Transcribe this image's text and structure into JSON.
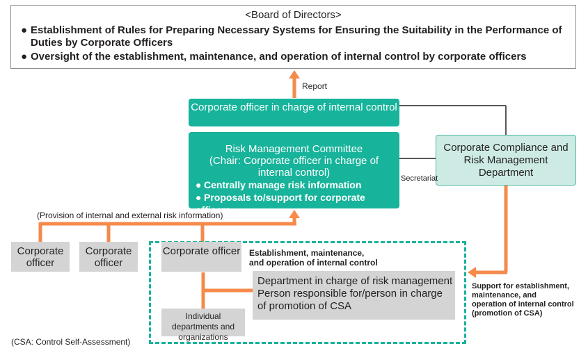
{
  "board": {
    "title": "<Board of Directors>",
    "bullet_glyph": "●",
    "items": [
      "Establishment of Rules for Preparing Necessary Systems for Ensuring the Suitability in the Performance of Duties by Corporate Officers",
      "Oversight of the establishment, maintenance, and operation of internal control by corporate officers"
    ]
  },
  "report_label": "Report",
  "officer_internal_control": "Corporate officer in charge of internal control",
  "committee": {
    "title": "Risk Management Committee",
    "chair": "(Chair: Corporate officer in charge of internal control)",
    "bullet_glyph": "●",
    "items": [
      "Centrally manage risk information",
      "Proposals to/support for corporate officers"
    ]
  },
  "compliance_department": "Corporate Compliance and Risk Management Department",
  "secretariat_label": "Secretariat",
  "provision_label": "(Provision of internal and external risk information)",
  "officers": [
    "Corporate officer",
    "Corporate officer",
    "Corporate officer"
  ],
  "establishment_label_1": "Establishment, maintenance,",
  "establishment_label_2": "and operation of internal control",
  "risk_department": {
    "line1": "Department in charge of risk management",
    "line2": "Person responsible for/person in charge",
    "line3": "of promotion of CSA"
  },
  "individual_departments": "Individual departments and organizations",
  "support_label": [
    "Support for establishment,",
    "maintenance, and",
    "operation of internal control",
    "(promotion of CSA)"
  ],
  "footnote": "(CSA: Control Self-Assessment)",
  "colors": {
    "teal": "#17b39b",
    "orange_arrow": "#f58a4b",
    "light_teal": "#cdebe4",
    "gray_box": "#d4d4d4",
    "border_gray": "#8c8c8c"
  }
}
